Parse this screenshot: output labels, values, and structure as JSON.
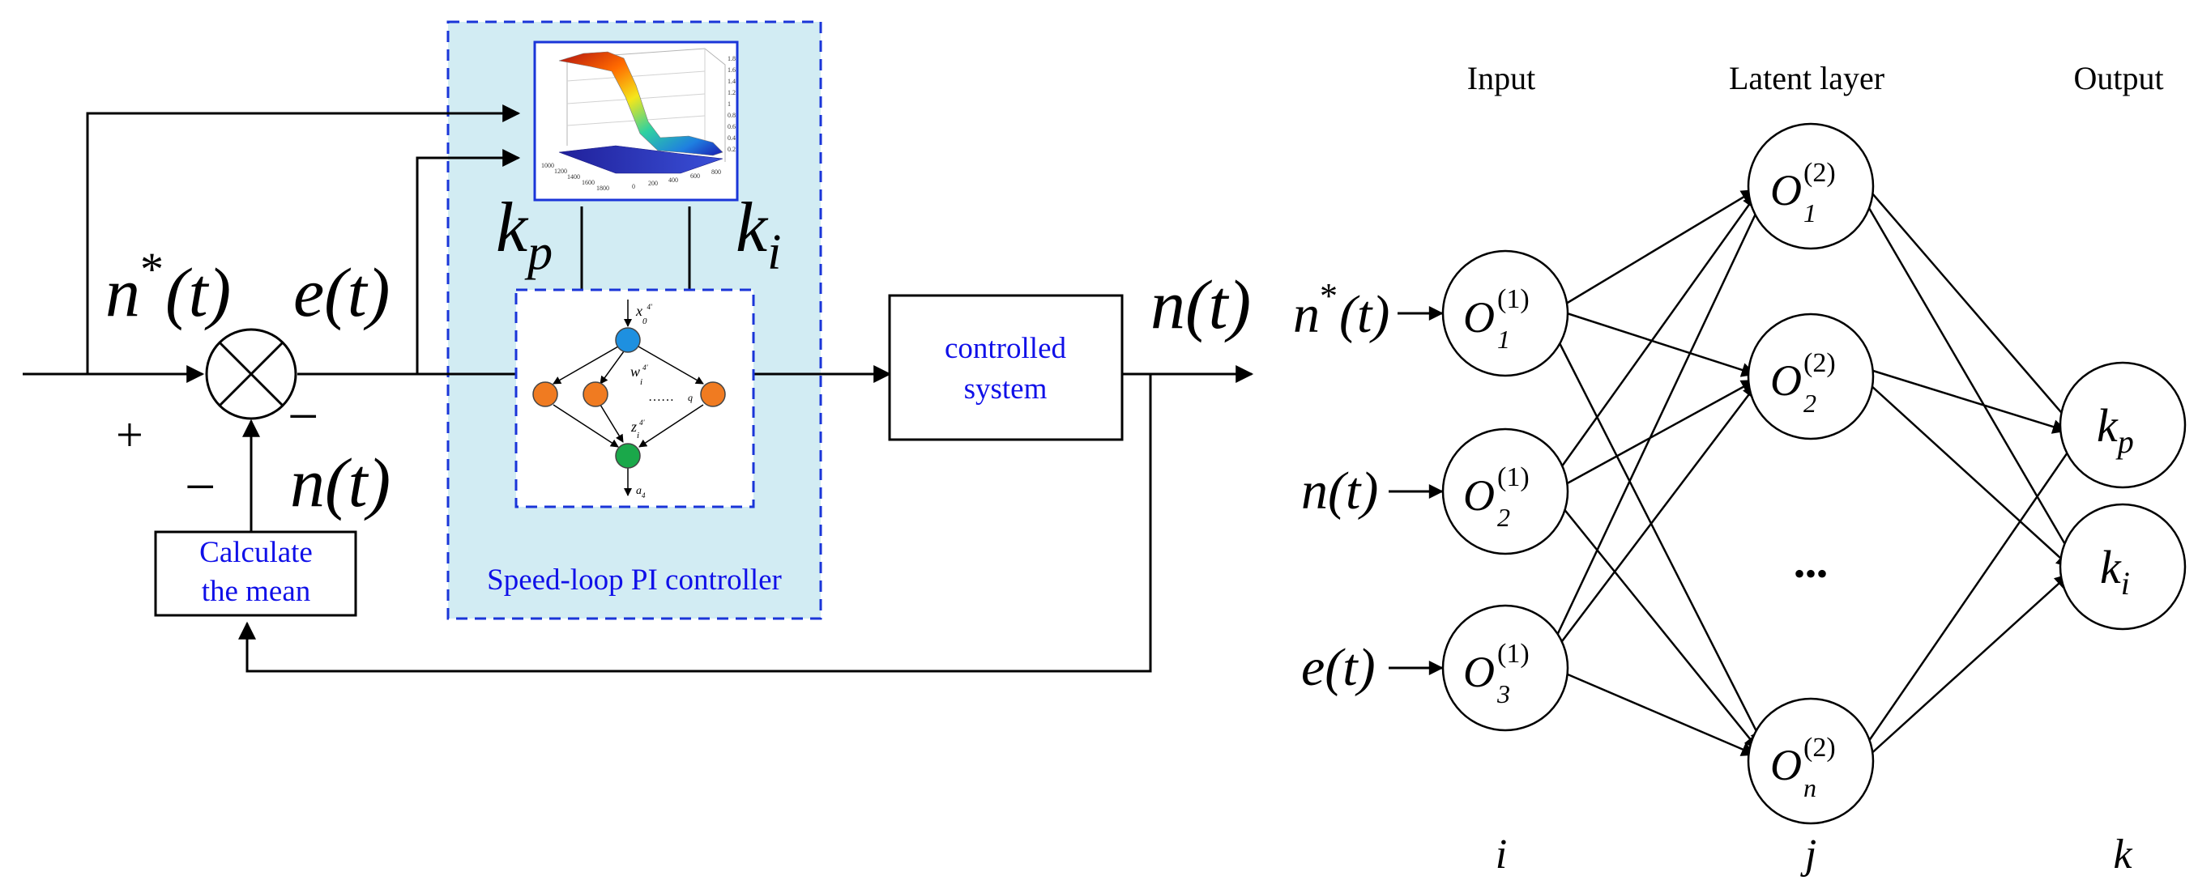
{
  "control_loop": {
    "sum_plus": "+",
    "sum_minus_top": "−",
    "sum_minus_bottom": "−",
    "ref_symbol": "n",
    "ref_star": "*",
    "ref_arg": "(t)",
    "error_label": "e(t)",
    "feedback_label": "n(t)",
    "output_label": "n(t)",
    "kp_symbol": "k",
    "kp_sub": "p",
    "ki_symbol": "k",
    "ki_sub": "i",
    "mean_block_line1": "Calculate",
    "mean_block_line2": "the mean",
    "plant_line1": "controlled",
    "plant_line2": "system",
    "controller_label": "Speed-loop PI controller",
    "surface_axis_right": [
      "1.8",
      "1.6",
      "1.4",
      "1.2",
      "1",
      "0.8",
      "0.6",
      "0.4",
      "0.2"
    ],
    "surface_axis_front": [
      "0",
      "200",
      "400",
      "600",
      "800"
    ],
    "surface_axis_left": [
      "1000",
      "1200",
      "1400",
      "1600",
      "1800"
    ],
    "mini_net": {
      "x_label": "x",
      "x_sub": "0",
      "x_sup": "4′",
      "w_label": "w",
      "w_sub": "i",
      "w_sup": "4′",
      "dots": "……",
      "q_label": "q",
      "z_label": "z",
      "z_sub": "i",
      "z_sup": "4′",
      "a_label": "a",
      "a_sub": "4"
    }
  },
  "neural_net": {
    "col_titles": [
      "Input",
      "Latent layer",
      "Output"
    ],
    "col_indices": [
      "i",
      "j",
      "k"
    ],
    "inputs": [
      {
        "sym": "n",
        "star": "*",
        "arg": "(t)"
      },
      {
        "sym": "n",
        "star": "",
        "arg": "(t)"
      },
      {
        "sym": "e",
        "star": "",
        "arg": "(t)"
      }
    ],
    "input_nodes": [
      {
        "sym": "O",
        "sub": "1",
        "sup": "(1)"
      },
      {
        "sym": "O",
        "sub": "2",
        "sup": "(1)"
      },
      {
        "sym": "O",
        "sub": "3",
        "sup": "(1)"
      }
    ],
    "hidden_nodes": [
      {
        "sym": "O",
        "sub": "1",
        "sup": "(2)"
      },
      {
        "sym": "O",
        "sub": "2",
        "sup": "(2)"
      },
      {
        "sym": "O",
        "sub": "n",
        "sup": "(2)"
      }
    ],
    "ellipsis": "•••",
    "output_nodes": [
      {
        "sym": "k",
        "sub": "p"
      },
      {
        "sym": "k",
        "sub": "i"
      }
    ]
  },
  "colors": {
    "controller_fill": "#d2ecf3",
    "dash_blue": "#1a35d8",
    "text_blue": "#1010e8",
    "node_blue": "#1e90e0",
    "node_orange": "#f07b21",
    "node_green": "#1aa84a",
    "line": "#000000"
  }
}
